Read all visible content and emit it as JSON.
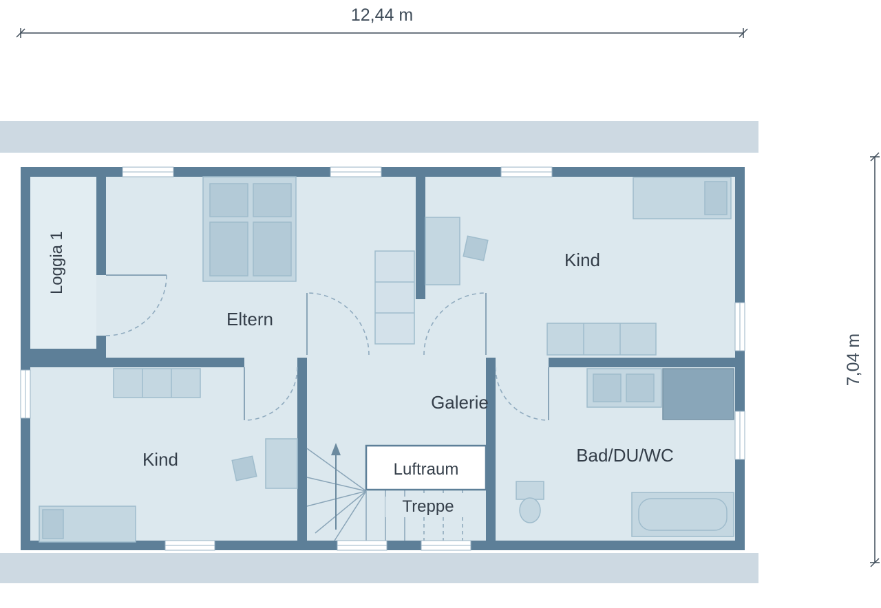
{
  "dimensions": {
    "width_label": "12,44 m",
    "height_label": "7,04 m"
  },
  "rooms": {
    "loggia": "Loggia 1",
    "eltern": "Eltern",
    "kind_top": "Kind",
    "kind_bottom": "Kind",
    "galerie": "Galerie",
    "luftraum": "Luftraum",
    "treppe": "Treppe",
    "bath": "Bad/DU/WC"
  },
  "colors": {
    "wall": "#5d7f98",
    "room_fill": "#dce8ee",
    "loggia_fill": "#e2edf2",
    "roof_band": "#cdd9e2",
    "furniture": "#c4d7e1",
    "furniture_dark": "#b3cad7",
    "shower": "#89a6b9",
    "text": "#343e49",
    "dimension_line": "#3f4c59",
    "door_arc": "#90abbf"
  }
}
